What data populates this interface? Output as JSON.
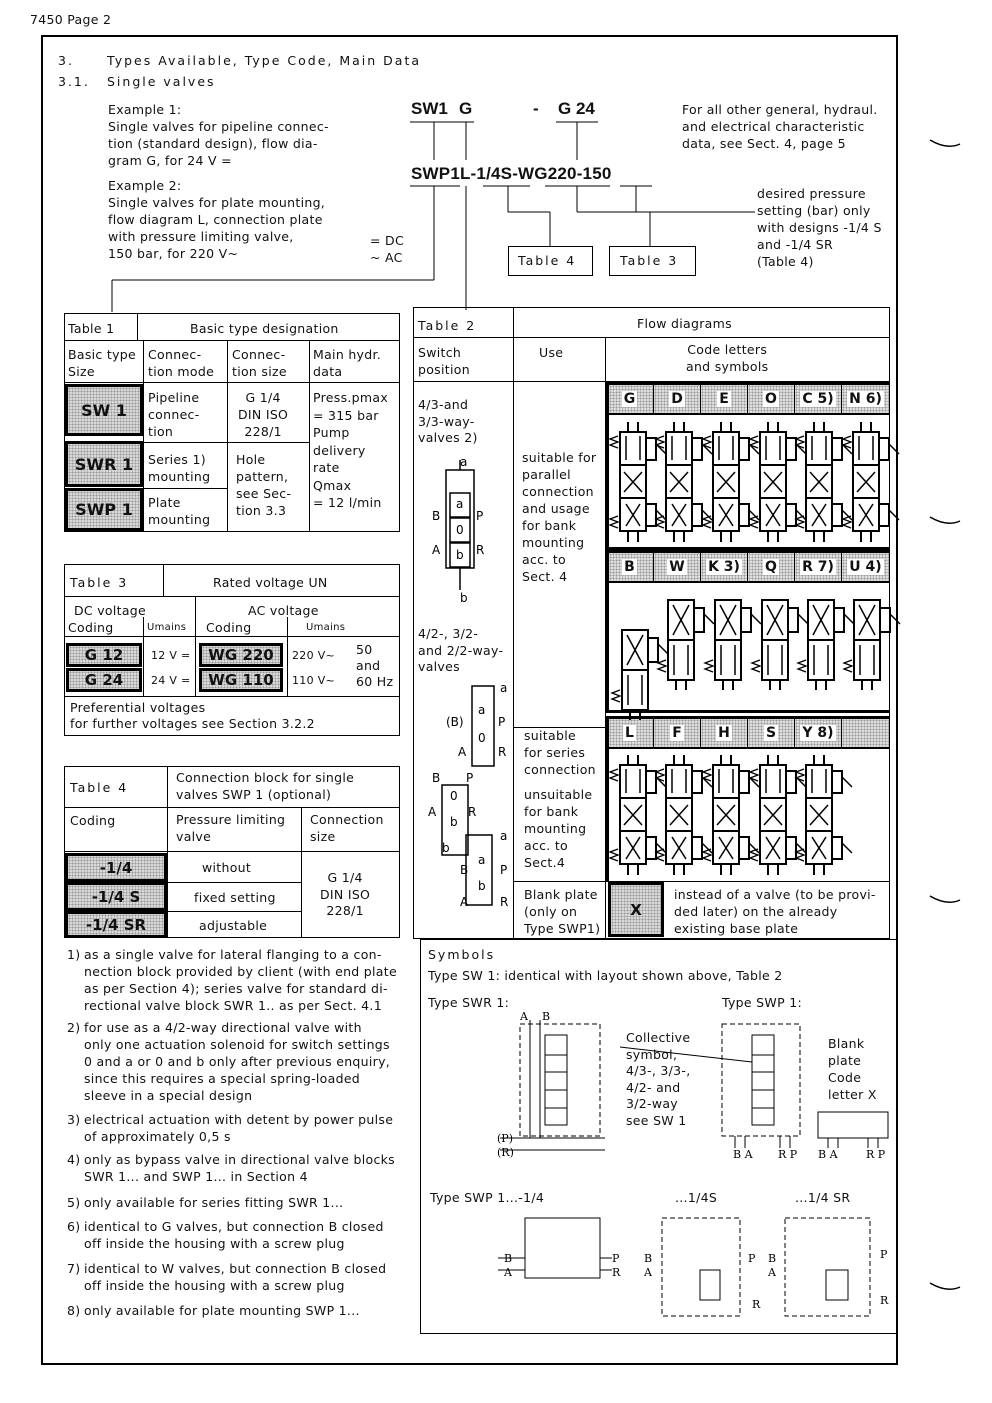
{
  "page_header": "7450 Page 2",
  "section": {
    "num": "3.",
    "title": "Types Available, Type Code, Main Data",
    "sub_num": "3.1.",
    "sub_title": "Single valves"
  },
  "example1": {
    "title": "Example 1:",
    "lines": [
      "Single valves for pipeline connec-",
      "tion (standard design), flow dia-",
      "gram G, for 24 V ="
    ]
  },
  "example2": {
    "title": "Example 2:",
    "lines": [
      "Single valves for plate mounting,",
      "flow diagram L, connection plate",
      "with pressure limiting valve,",
      "150 bar, for 220 V~"
    ]
  },
  "type_code1": {
    "a": "SW1",
    "b": "G",
    "dash": "-",
    "c": "G 24"
  },
  "type_code2": "SWP1L-1/4S-WG220-150",
  "dc_label": "= DC",
  "ac_label": "~ AC",
  "general_note": [
    "For all other general, hydraul.",
    "and electrical characteristic",
    "data, see Sect. 4, page 5"
  ],
  "pressure_note": [
    "desired pressure",
    "setting (bar) only",
    "with designs -1/4 S",
    "and -1/4 SR",
    "(Table 4)"
  ],
  "ref_table4": "Table 4",
  "ref_table3": "Table 3",
  "table1": {
    "label": "Table 1",
    "title": "Basic type designation",
    "headers": [
      "Basic type\nSize",
      "Connec-\ntion mode",
      "Connec-\ntion size",
      "Main hydr.\ndata"
    ],
    "codes": [
      "SW 1",
      "SWR 1",
      "SWP 1"
    ],
    "modes": [
      "Pipeline\nconnec-\ntion",
      "Series 1)\nmounting",
      "Plate\nmounting"
    ],
    "size_sw": "G 1/4\nDIN ISO\n228/1",
    "size_other": "Hole\npattern,\nsee Sec-\ntion 3.3",
    "hydr": "Press.pmax\n= 315 bar\nPump\ndelivery\nrate\nQmax\n= 12 l/min"
  },
  "table3": {
    "label": "Table 3",
    "title": "Rated voltage UN",
    "dc_header": "DC voltage",
    "ac_header": "AC voltage",
    "coding": "Coding",
    "umains": "Umains",
    "rows": [
      {
        "dc_code": "G 12",
        "dc_v": "12 V =",
        "ac_code": "WG 220",
        "ac_v": "220 V~"
      },
      {
        "dc_code": "G 24",
        "dc_v": "24 V =",
        "ac_code": "WG 110",
        "ac_v": "110 V~"
      }
    ],
    "freq": "50\nand\n60 Hz",
    "note": [
      "Preferential voltages",
      "for further voltages see Section 3.2.2"
    ]
  },
  "table4": {
    "label": "Table 4",
    "title": "Connection block for single\nvalves SWP 1 (optional)",
    "headers": [
      "Coding",
      "Pressure limiting\nvalve",
      "Connection\nsize"
    ],
    "rows": [
      {
        "code": "-1/4",
        "desc": "without"
      },
      {
        "code": "-1/4 S",
        "desc": "fixed setting"
      },
      {
        "code": "-1/4 SR",
        "desc": "adjustable"
      }
    ],
    "size": "G 1/4\nDIN ISO\n228/1"
  },
  "table2": {
    "label": "Table 2",
    "title": "Flow diagrams",
    "col_switch": "Switch\nposition",
    "col_use": "Use",
    "col_codes": "Code letters\nand symbols",
    "sw4": "4/3-and\n3/3-way-\nvalves 2)",
    "sw2": "4/2-, 3/2-\nand 2/2-way-\nvalves",
    "use_parallel": "suitable for\nparallel\nconnection\nand usage\nfor bank\nmounting\nacc. to\nSect. 4",
    "use_series": "suitable\nfor series\nconnection",
    "use_unsuitable": "unsuitable\nfor bank\nmounting\nacc. to\nSect.4",
    "use_blank": "Blank plate\n(only on\nType SWP1)",
    "row1_codes": [
      "G",
      "D",
      "E",
      "O",
      "C 5)",
      "N 6)"
    ],
    "row2_codes": [
      "B",
      "W",
      "K 3)",
      "Q",
      "R 7)",
      "U 4)"
    ],
    "row3_codes": [
      "L",
      "F",
      "H",
      "S",
      "Y 8)"
    ],
    "blank_code": "X",
    "blank_text": "instead of a valve (to be provi-\nded later) on the already\nexisting base plate",
    "port_labels": {
      "a": "a",
      "b": "b",
      "zero": "0",
      "A": "A",
      "B": "B",
      "P": "P",
      "R": "R",
      "Bp": "(B)"
    }
  },
  "symbols": {
    "title": "Symbols",
    "sw1": "Type SW 1:   identical with layout shown above, Table 2",
    "swr1": "Type SWR 1:",
    "swp1": "Type SWP 1:",
    "collective": "Collective\nsymbol,\n4/3-, 3/3-,\n4/2- and\n3/2-way\nsee SW 1",
    "blank": "Blank\nplate\nCode\nletter X",
    "bottom_a": "Type SWP 1...-1/4",
    "bottom_b": "...1/4S",
    "bottom_c": "...1/4 SR",
    "port_labels": {
      "A": "A",
      "B": "B",
      "P": "(P)",
      "R": "(R)",
      "BA": "B A",
      "RP": "R P"
    }
  },
  "footnotes": [
    {
      "n": "1)",
      "text": "as a single valve for lateral flanging to a con-\nnection block provided by client (with end plate\nas per Section 4); series valve for standard di-\nrectional valve block SWR 1.. as per Sect. 4.1"
    },
    {
      "n": "2)",
      "text": "for use as a 4/2-way directional valve with\nonly one actuation solenoid for switch settings\n0 and a or 0 and b only after previous enquiry,\nsince this requires a special spring-loaded\nsleeve in a special design"
    },
    {
      "n": "3)",
      "text": "electrical actuation with detent by power pulse\nof approximately 0,5 s"
    },
    {
      "n": "4)",
      "text": "only as bypass valve in directional valve blocks\nSWR 1... and SWP 1... in Section 4"
    },
    {
      "n": "5)",
      "text": "only available for series fitting SWR 1..."
    },
    {
      "n": "6)",
      "text": "identical to G valves, but connection B closed\noff inside the housing with a screw plug"
    },
    {
      "n": "7)",
      "text": "identical to W valves, but connection B closed\noff inside the housing with a screw plug"
    },
    {
      "n": "8)",
      "text": "only available for plate mounting SWP 1..."
    }
  ]
}
